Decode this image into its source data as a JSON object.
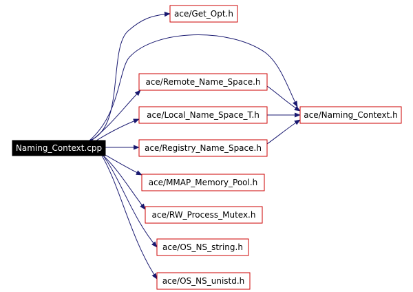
{
  "graph": {
    "root": {
      "label": "Naming_Context.cpp",
      "fill": "#000000",
      "text_color": "#ffffff"
    },
    "includes": [
      {
        "id": "get_opt",
        "label": "ace/Get_Opt.h"
      },
      {
        "id": "remote_ns",
        "label": "ace/Remote_Name_Space.h"
      },
      {
        "id": "local_ns",
        "label": "ace/Local_Name_Space_T.h"
      },
      {
        "id": "naming_ctx",
        "label": "ace/Naming_Context.h"
      },
      {
        "id": "registry_ns",
        "label": "ace/Registry_Name_Space.h"
      },
      {
        "id": "mmap_pool",
        "label": "ace/MMAP_Memory_Pool.h"
      },
      {
        "id": "rw_mutex",
        "label": "ace/RW_Process_Mutex.h"
      },
      {
        "id": "os_string",
        "label": "ace/OS_NS_string.h"
      },
      {
        "id": "os_unistd",
        "label": "ace/OS_NS_unistd.h"
      }
    ],
    "edges": [
      [
        "root",
        "get_opt"
      ],
      [
        "root",
        "naming_ctx"
      ],
      [
        "root",
        "remote_ns"
      ],
      [
        "root",
        "local_ns"
      ],
      [
        "root",
        "registry_ns"
      ],
      [
        "root",
        "mmap_pool"
      ],
      [
        "root",
        "rw_mutex"
      ],
      [
        "root",
        "os_string"
      ],
      [
        "root",
        "os_unistd"
      ],
      [
        "remote_ns",
        "naming_ctx"
      ],
      [
        "local_ns",
        "naming_ctx"
      ],
      [
        "registry_ns",
        "naming_ctx"
      ]
    ],
    "colors": {
      "node_border": "#cc0000",
      "edge": "#191970",
      "background": "#ffffff"
    }
  }
}
